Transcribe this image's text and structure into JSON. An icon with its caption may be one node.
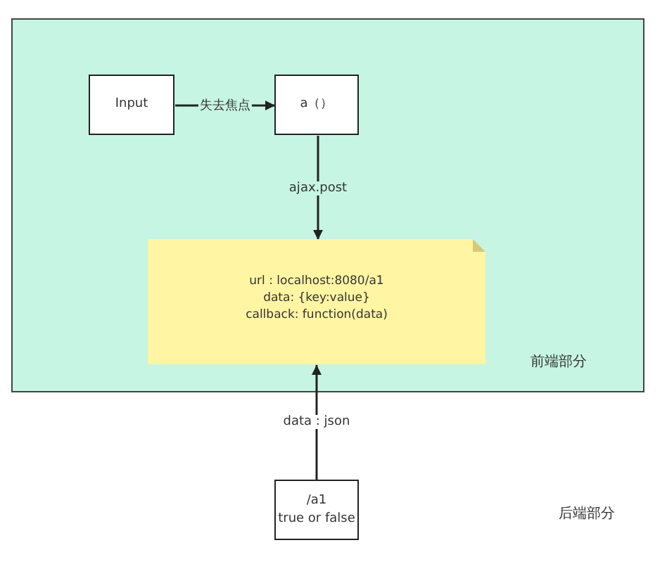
{
  "diagram": {
    "nodes": [
      {
        "text": [
          "前端部分"
        ]
      },
      {
        "text": [
          "Input"
        ],
        "in": 0
      },
      {
        "text": [
          "a（）"
        ],
        "in": 0
      },
      {
        "text": [
          "url : localhost:8080/a1",
          "data: {key:value}",
          "callback: function(data)"
        ],
        "in": 0
      },
      {
        "text": [
          "/a1",
          "true or false"
        ]
      }
    ],
    "edges": [
      {
        "from": 1,
        "to": 2,
        "arrow": "to",
        "label": "失去焦点"
      },
      {
        "from": 2,
        "to": 3,
        "arrow": "to",
        "label": "ajax.post"
      },
      {
        "from": 4,
        "to": 3,
        "arrow": "to",
        "label": "data : json"
      }
    ],
    "labels": [
      "后端部分"
    ]
  }
}
